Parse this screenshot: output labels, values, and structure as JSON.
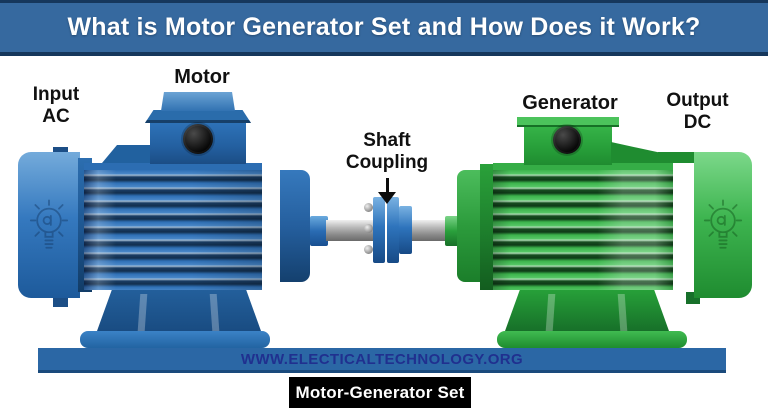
{
  "header": {
    "title": "What is Motor Generator Set and How Does it Work?"
  },
  "labels": {
    "input_line1": "Input",
    "input_line2": "AC",
    "motor": "Motor",
    "shaft_line1": "Shaft",
    "shaft_line2": "Coupling",
    "generator": "Generator",
    "output_line1": "Output",
    "output_line2": "DC"
  },
  "footer": {
    "website": "WWW.ELECTICALTECHNOLOGY.ORG",
    "caption": "Motor-Generator Set"
  },
  "colors": {
    "header_bg": "#36699f",
    "header_border": "#16375c",
    "header_text": "#ffffff",
    "label_text": "#111111",
    "motor_blue": "#2e70b5",
    "motor_dark": "#16395c",
    "generator_green": "#3cb44c",
    "generator_dark": "#155d1f",
    "shaft_gray": "#a9a9a9",
    "platform_bg": "#2b67a5",
    "website_text": "#20308f",
    "caption_bg": "#000000",
    "caption_text": "#ffffff"
  }
}
